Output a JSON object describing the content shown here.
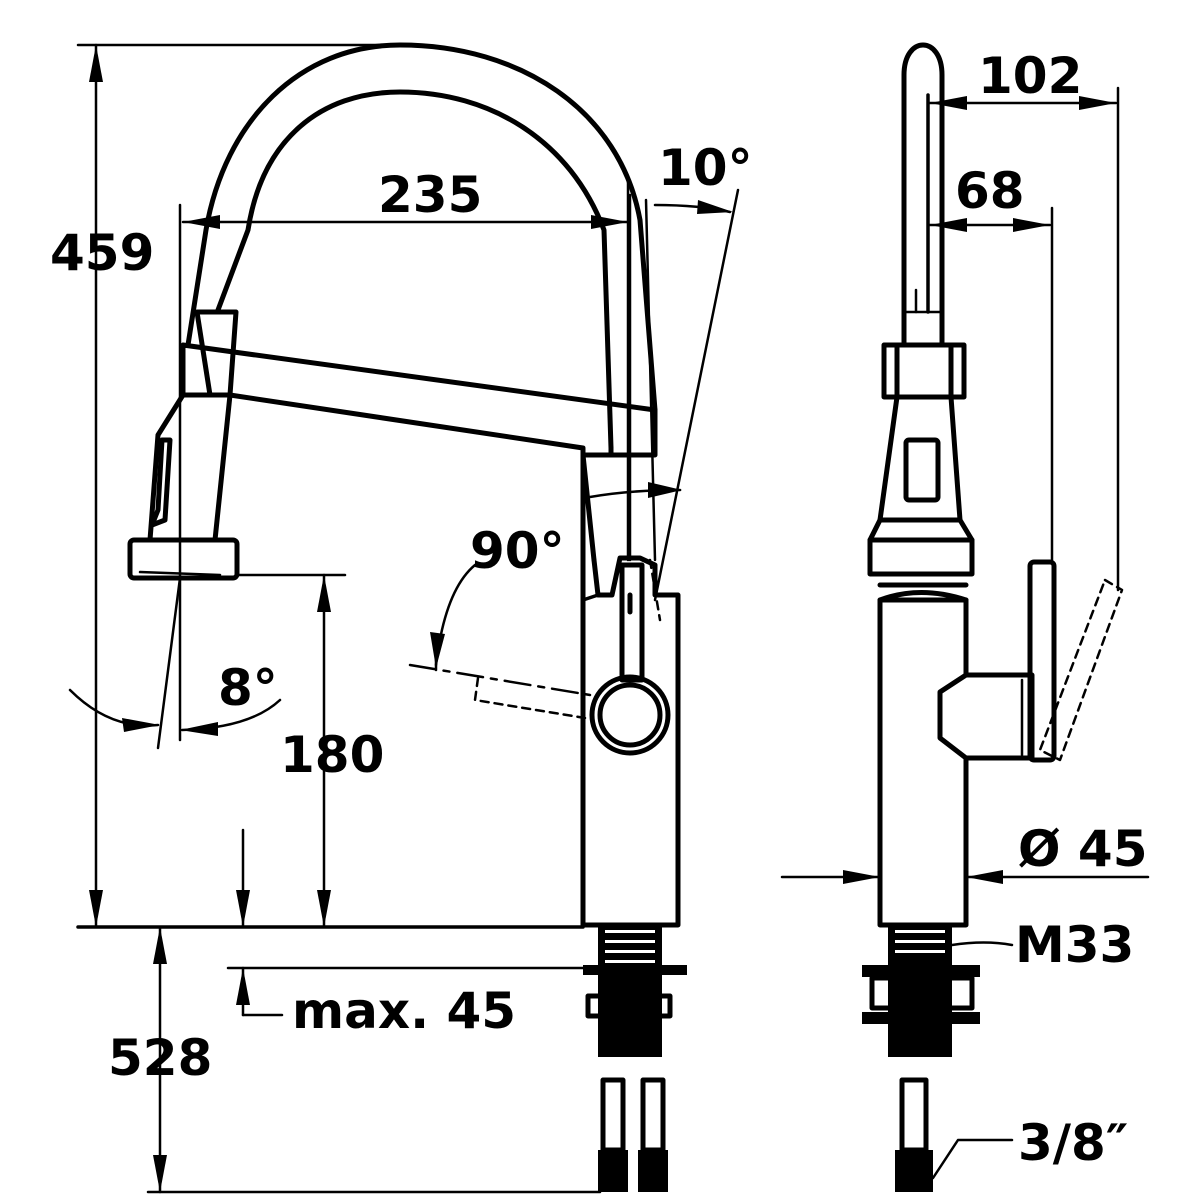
{
  "dimensions": {
    "total_height": "459",
    "spout_reach": "235",
    "spout_angle": "10°",
    "lever_angle": "90°",
    "spray_angle": "8°",
    "outlet_height": "180",
    "counter_thickness": "max. 45",
    "hose_length": "528",
    "side_reach_top": "102",
    "side_reach_lever": "68",
    "base_diameter": "Ø 45",
    "thread": "M33",
    "connection": "3/8″"
  },
  "colors": {
    "line": "#000000",
    "background": "#ffffff"
  }
}
